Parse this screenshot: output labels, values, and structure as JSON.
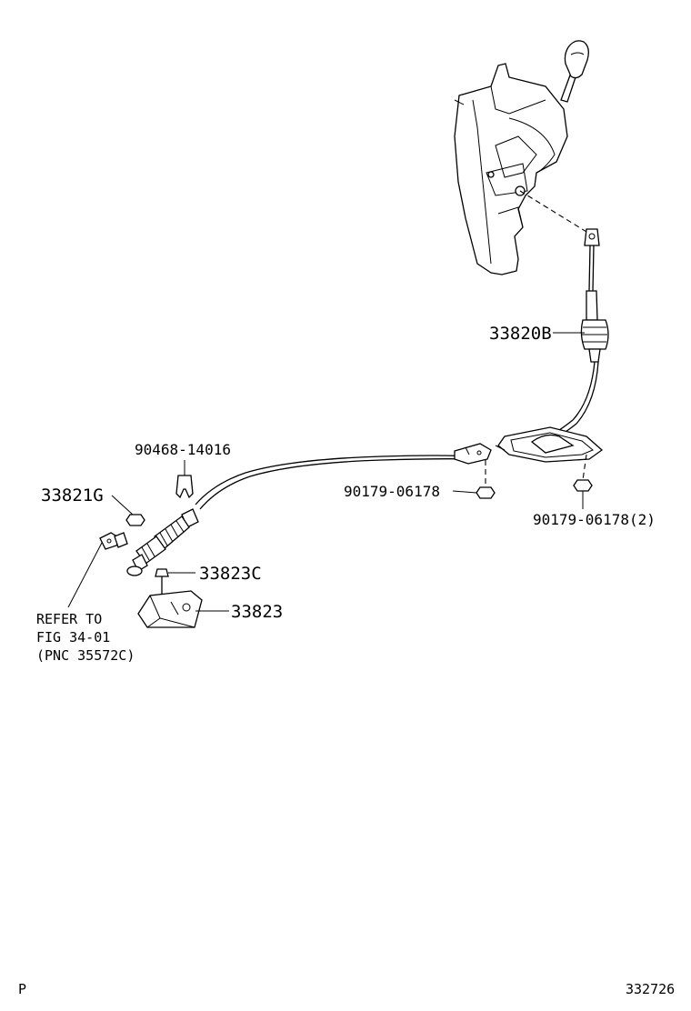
{
  "labels": {
    "cable": "33820B",
    "clip_top": "90468-14016",
    "nut_left": "33821G",
    "nut_center": "90179-06178",
    "nut_right": "90179-06178(2)",
    "bolt": "33823C",
    "bracket": "33823",
    "refer_1": "REFER TO",
    "refer_2": "FIG 34-01",
    "refer_3": "(PNC 35572C)"
  },
  "footer": {
    "left_mark": "P",
    "figure_number": "332726"
  }
}
